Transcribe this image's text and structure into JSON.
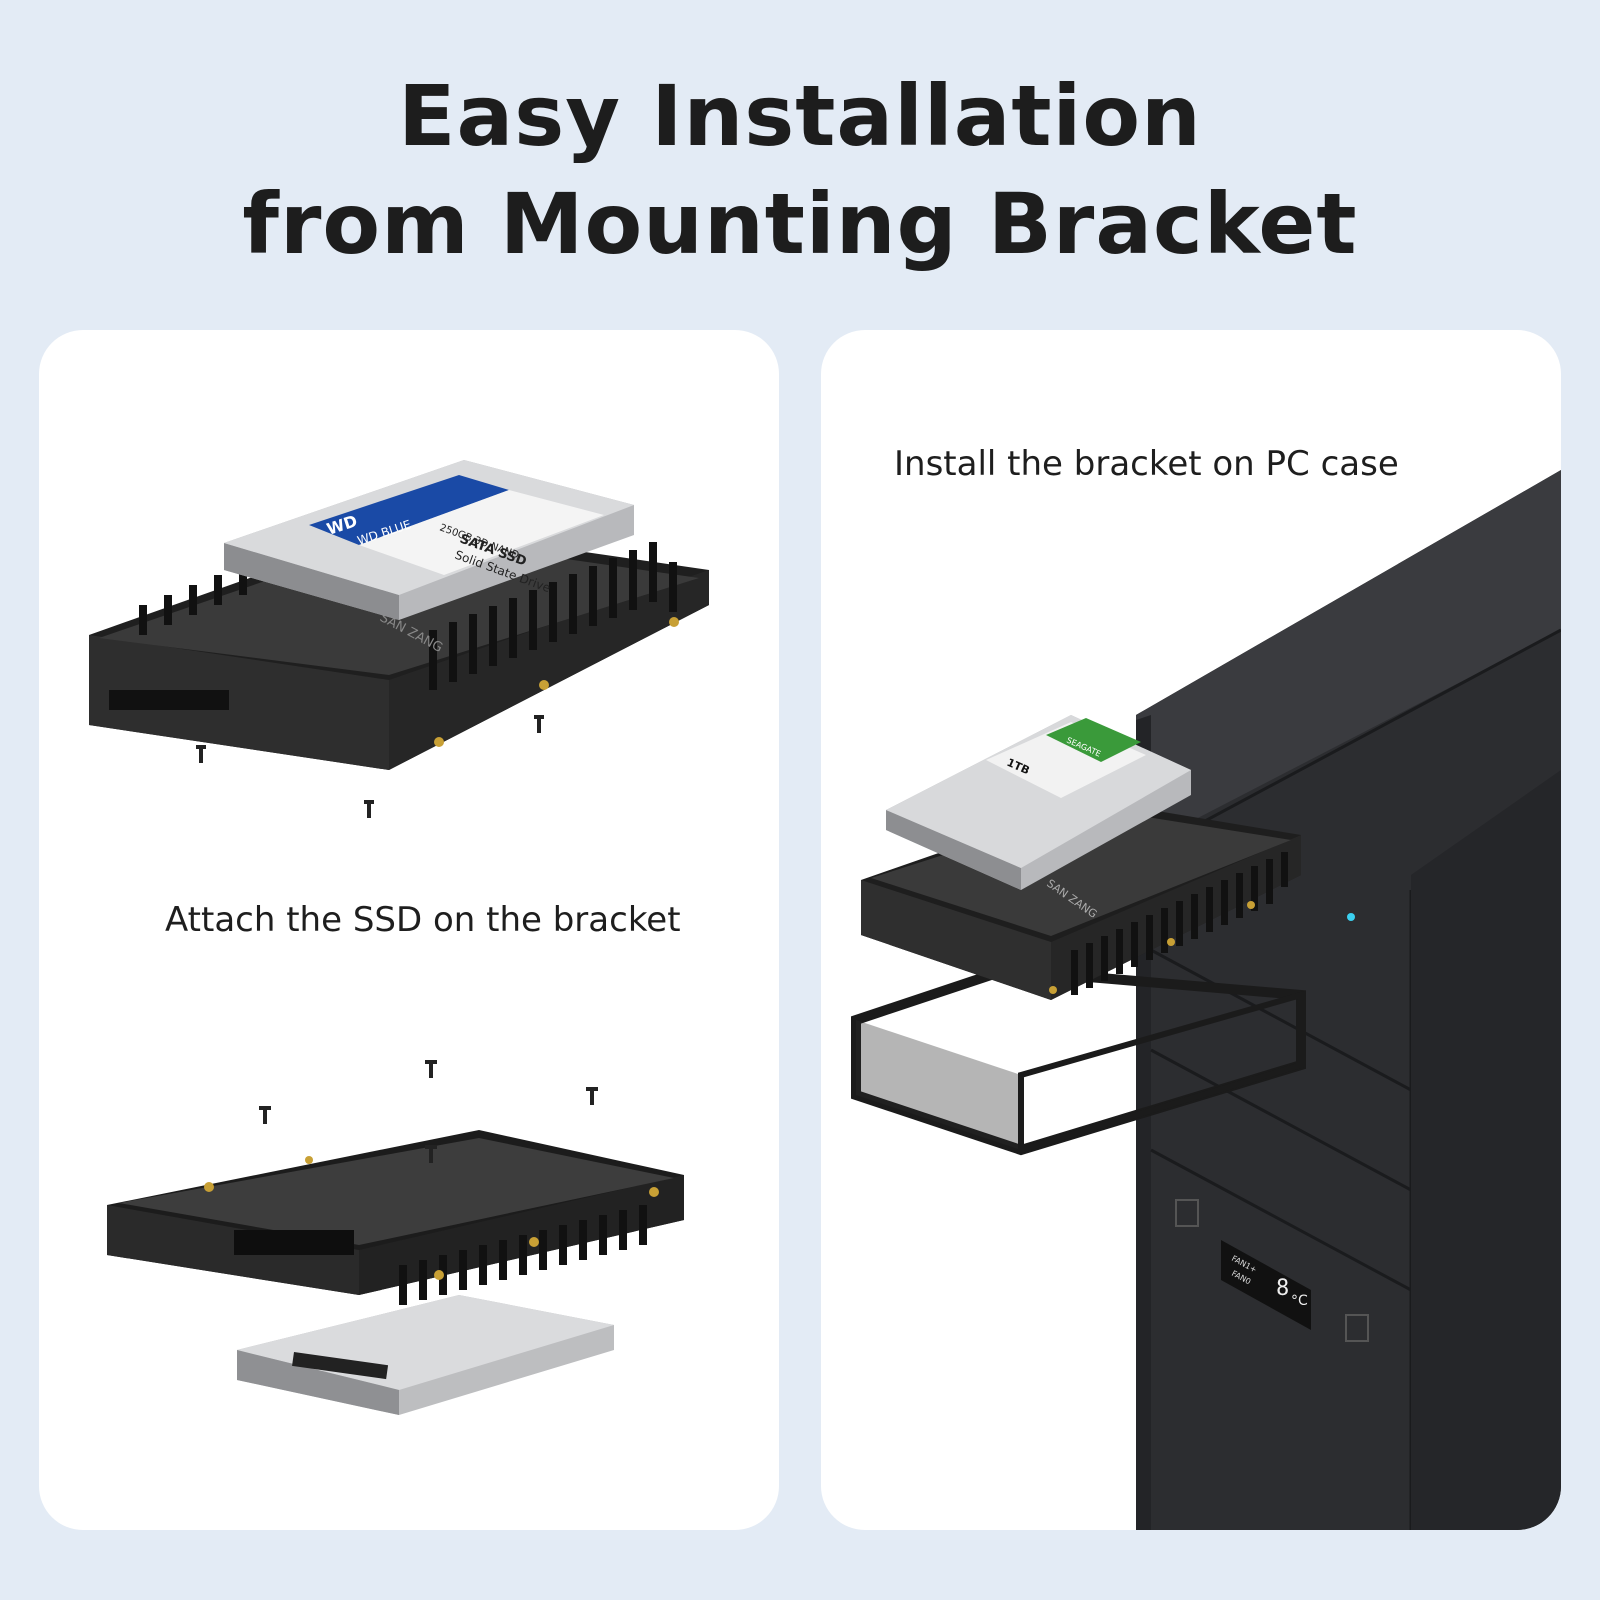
{
  "headline": {
    "line1": "Easy Installation",
    "line2": "from Mounting Bracket"
  },
  "left_card": {
    "caption": "Attach the SSD on the bracket",
    "ssd_label": {
      "brand_logo": "WD",
      "brand_line": "WD BLUE",
      "capacity_line": "250GB 3D NAND",
      "type_line": "SATA SSD",
      "desc_line": "Solid State Drive"
    },
    "bracket_brand": "SAN ZANG"
  },
  "right_card": {
    "caption": "Install the bracket on PC case",
    "hdd_label": {
      "brand": "SEAGATE",
      "capacity": "1TB"
    },
    "bracket_brand": "SAN ZANG",
    "front_panel": {
      "fan_label": "FAN1+",
      "fan_label2": "FAN0",
      "temp_digit": "8",
      "temp_unit": "°C"
    }
  },
  "colors": {
    "background": "#e3ebf5",
    "card": "#ffffff",
    "bracket": "#2b2b2b",
    "ssd_label_blue": "#1a4aa6",
    "case": "#2f3033"
  }
}
